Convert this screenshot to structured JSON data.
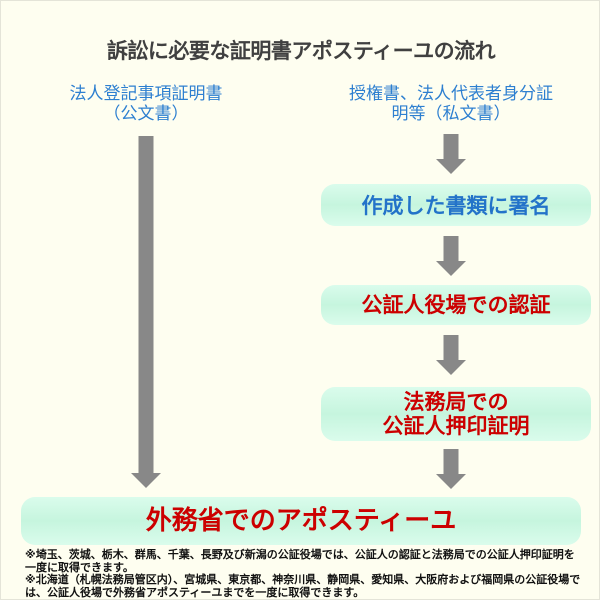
{
  "title": "訴訟に必要な証明書アポスティーユの流れ",
  "left_column": {
    "line1": "法人登記事項証明書",
    "line2": "（公文書）"
  },
  "right_column": {
    "line1": "授権書、法人代表者身分証",
    "line2": "明等（私文書）"
  },
  "steps": [
    {
      "line1": "作成した書類に署名"
    },
    {
      "line1": "公証人役場での認証"
    },
    {
      "line1": "法務局での",
      "line2": "公証人押印証明"
    }
  ],
  "final_step": "外務省でのアポスティーユ",
  "notes": [
    "※埼玉、茨城、栃木、群馬、千葉、長野及び新潟の公証役場では、公証人の認証と法務局での公証人押印証明を一度に取得できます。",
    "※北海道（札幌法務局管区内）、宮城県、東京都、神奈川県、静岡県、愛知県、大阪府および福岡県の公証役場では、公証人役場で外務省アポスティーユまでを一度に取得できます。"
  ],
  "colors": {
    "background": "#fefef0",
    "box": "#c6f5de",
    "blue_text": "#2373c9",
    "red_text": "#cc0000",
    "arrow": "#888888"
  }
}
